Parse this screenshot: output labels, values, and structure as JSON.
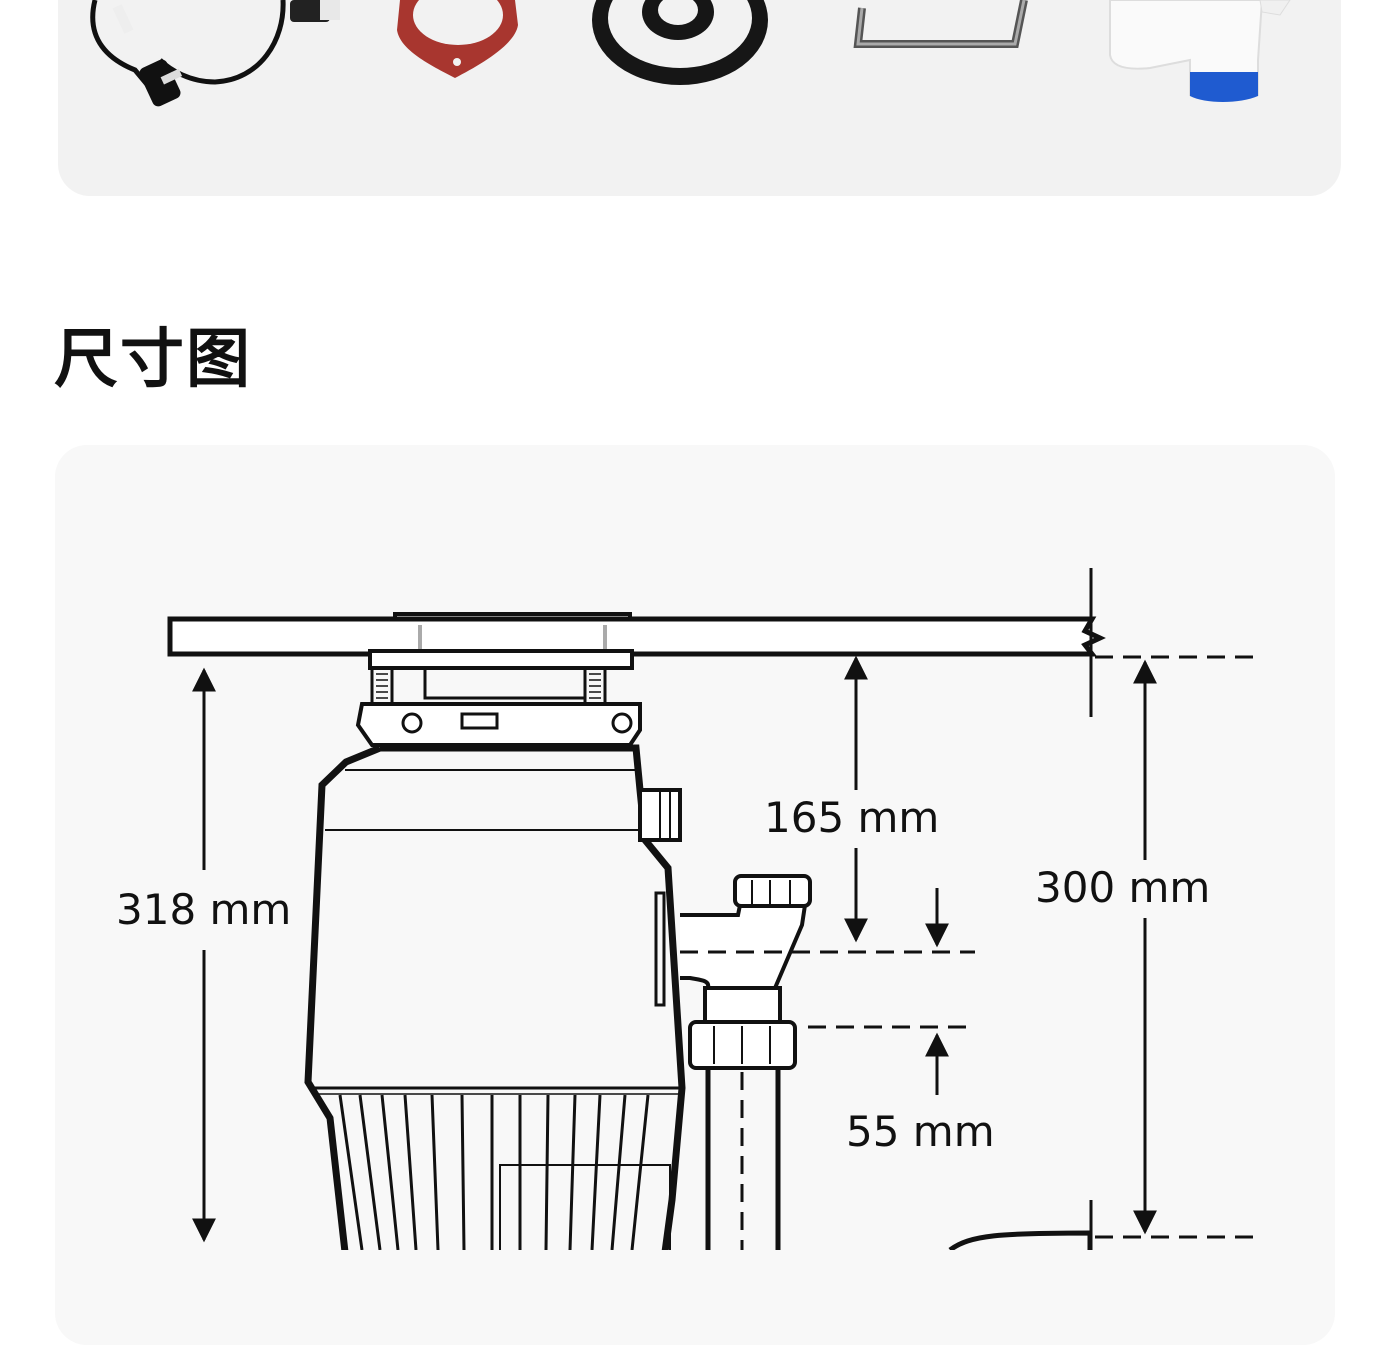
{
  "accessories": {
    "items": [
      {
        "icon": "power-cord-icon"
      },
      {
        "icon": "red-gasket-icon"
      },
      {
        "icon": "rubber-ring-icon"
      },
      {
        "icon": "hex-wrench-icon"
      },
      {
        "icon": "drain-elbow-icon"
      }
    ],
    "colors": {
      "gasket": "#a8362f",
      "fitting_blue": "#1f5bd0"
    }
  },
  "section": {
    "title": "尺寸图"
  },
  "diagram": {
    "dimensions": {
      "total_height": "318 mm",
      "outlet_height": "165 mm",
      "sink_to_drain": "300 mm",
      "offset": "55 mm"
    }
  }
}
